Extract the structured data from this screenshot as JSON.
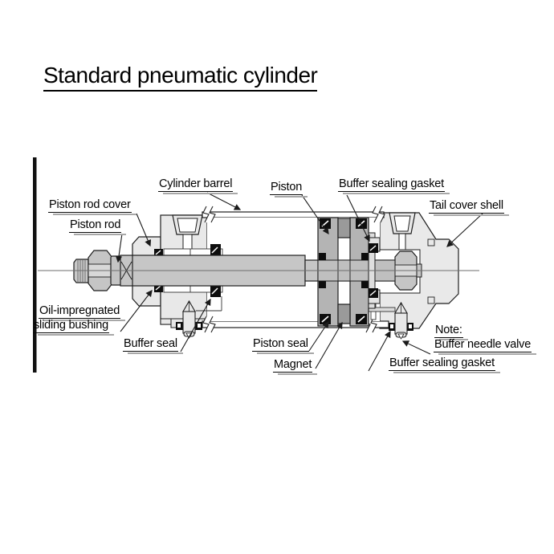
{
  "title": {
    "text": "Standard pneumatic cylinder"
  },
  "labels": {
    "piston_rod_cover": "Piston rod cover",
    "piston_rod": "Piston rod",
    "cylinder_barrel": "Cylinder barrel",
    "piston": "Piston",
    "buffer_sealing_gasket_top": "Buffer sealing gasket",
    "tail_cover_shell": "Tail cover shell",
    "oil_impregnated_line1": "Oil-impregnated",
    "oil_impregnated_line2": "sliding bushing",
    "buffer_seal": "Buffer seal",
    "piston_seal": "Piston seal",
    "magnet": "Magnet",
    "note_heading": "Note:",
    "buffer_needle_valve": "Buffer needle valve",
    "buffer_sealing_gasket_bottom": "Buffer sealing gasket"
  },
  "colors": {
    "background": "#ffffff",
    "outline": "#1f1f1f",
    "cover_fill": "#e8e8e8",
    "rod_fill": "#c6c6c6",
    "nut_fill": "#cdcdcd",
    "nut_band_fill": "#d8d8d8",
    "piston_plate_fill": "#b4b4b4",
    "magnet_fill": "#9a9a9a",
    "seal_fill": "#0d0d0d",
    "centerline": "#6e6e6e"
  }
}
